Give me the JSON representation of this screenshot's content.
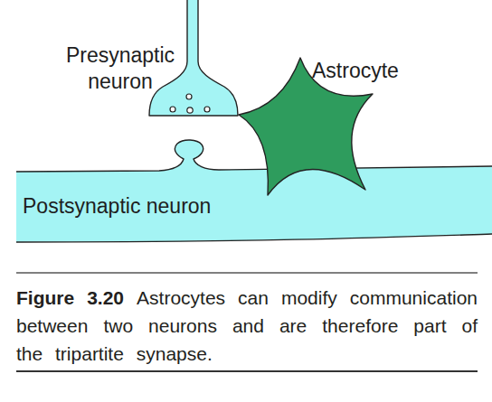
{
  "diagram": {
    "caption": "Astrocytes can modify communication between two neurons and are therefore part of the tripartite synapse.",
    "nodes": [
      {
        "text": [
          "Presynaptic neuron"
        ]
      },
      {
        "text": [
          "Astrocyte"
        ]
      },
      {
        "text": [
          "Postsynaptic neuron"
        ]
      }
    ],
    "labels": [
      "Figure 3.20"
    ]
  }
}
